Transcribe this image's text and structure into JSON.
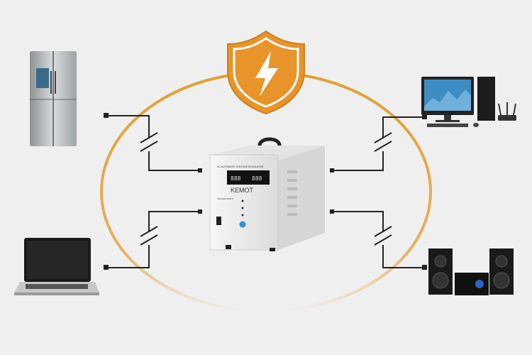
{
  "regulator": {
    "title": "AC AUTOMATIC VOLTAGE REGULATOR",
    "brand": "KEMOT",
    "model": "URZ3405 5000 S"
  },
  "colors": {
    "ring": "#e0a032",
    "shield": "#e8942a",
    "line": "#222222",
    "background": "#efefef"
  },
  "devices": [
    "fridge",
    "desktop-computer",
    "laptop",
    "audio-system"
  ]
}
